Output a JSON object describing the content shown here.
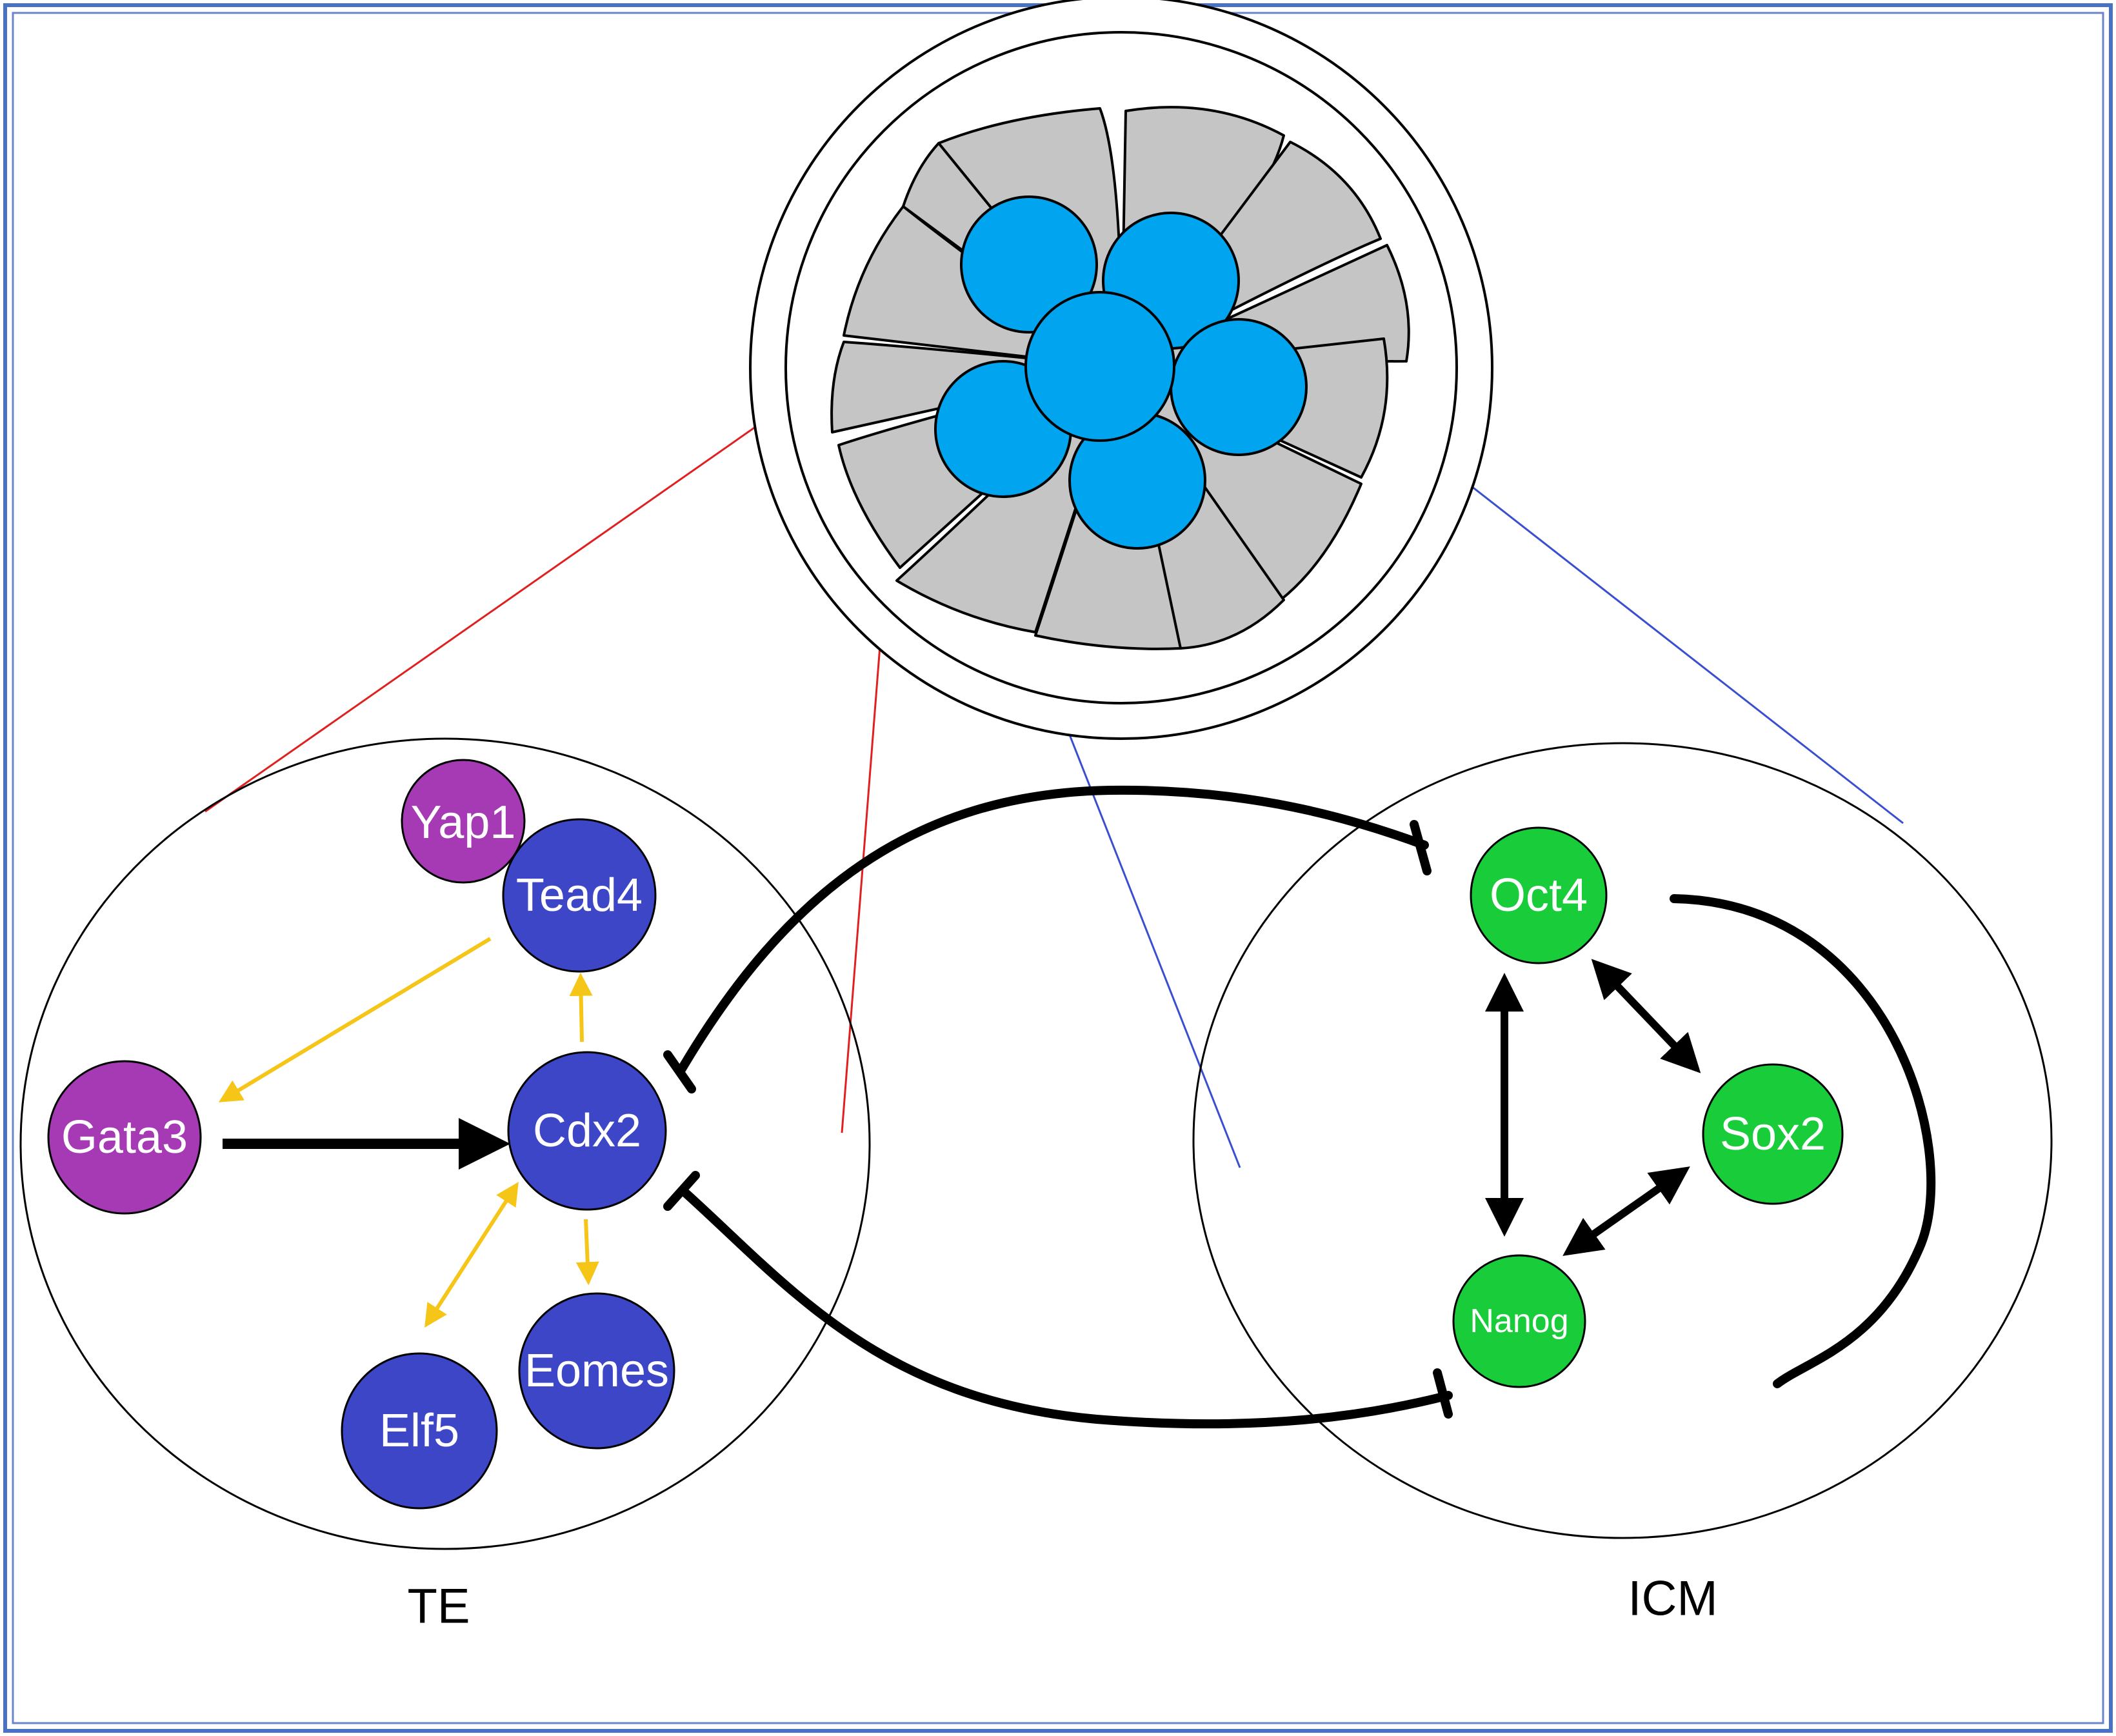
{
  "regions": {
    "te": {
      "label": "TE"
    },
    "icm": {
      "label": "ICM"
    }
  },
  "nodes": {
    "yap1": {
      "label": "Yap1",
      "color": "#a63ab5"
    },
    "tead4": {
      "label": "Tead4",
      "color": "#3d46c7"
    },
    "gata3": {
      "label": "Gata3",
      "color": "#a63ab5"
    },
    "cdx2": {
      "label": "Cdx2",
      "color": "#3d46c7"
    },
    "elf5": {
      "label": "Elf5",
      "color": "#3d46c7"
    },
    "eomes": {
      "label": "Eomes",
      "color": "#3d46c7"
    },
    "oct4": {
      "label": "Oct4",
      "color": "#18cc3a"
    },
    "sox2": {
      "label": "Sox2",
      "color": "#18cc3a"
    },
    "nanog": {
      "label": "Nanog",
      "color": "#18cc3a"
    }
  },
  "colors": {
    "frame_border": "#4a72c4",
    "icm_cell": "#00a4ef",
    "te_cell": "#c5c5c5",
    "activation_arrow": "#f5c518",
    "te_connector": "#e02020",
    "icm_connector": "#3a4fd0"
  }
}
